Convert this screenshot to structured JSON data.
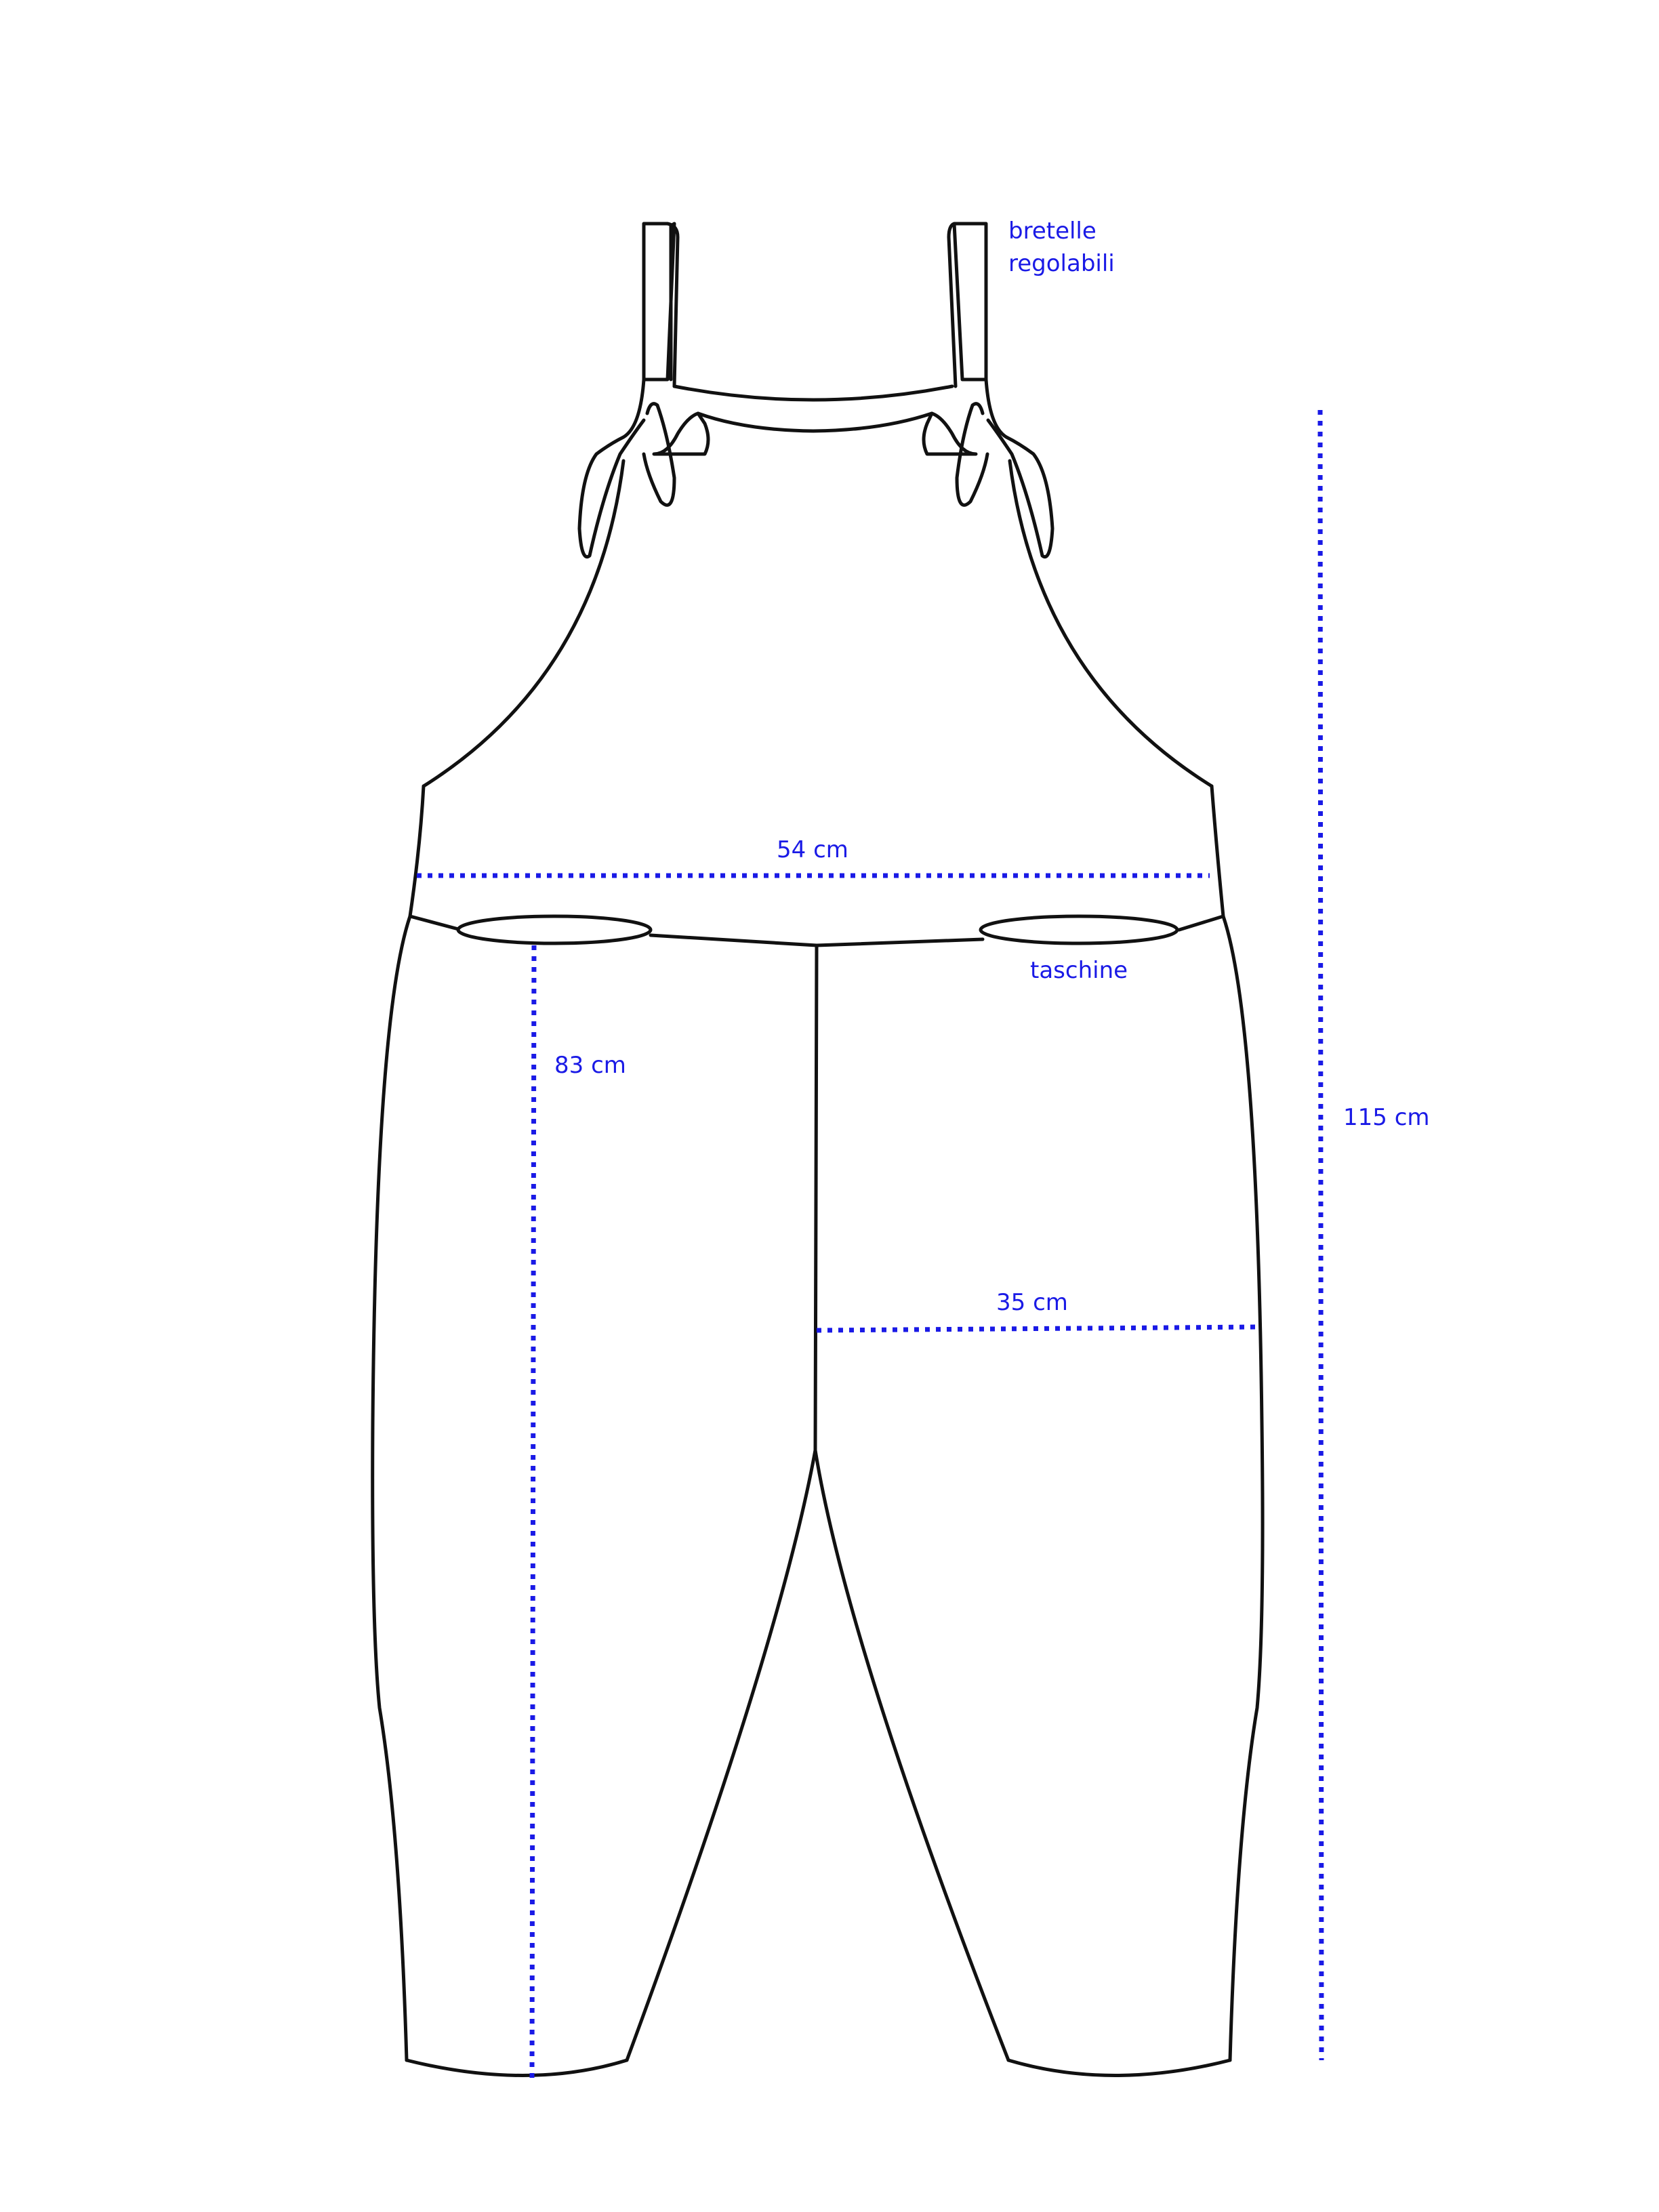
{
  "labels": {
    "straps_line1": "bretelle",
    "straps_line2": "regolabili",
    "width_chest": "54 cm",
    "pockets": "taschine",
    "inseam_length": "83 cm",
    "total_length": "115 cm",
    "leg_width": "35 cm"
  },
  "colors": {
    "outline": "#111111",
    "annotation": "#1a1ae6",
    "background": "#ffffff"
  }
}
